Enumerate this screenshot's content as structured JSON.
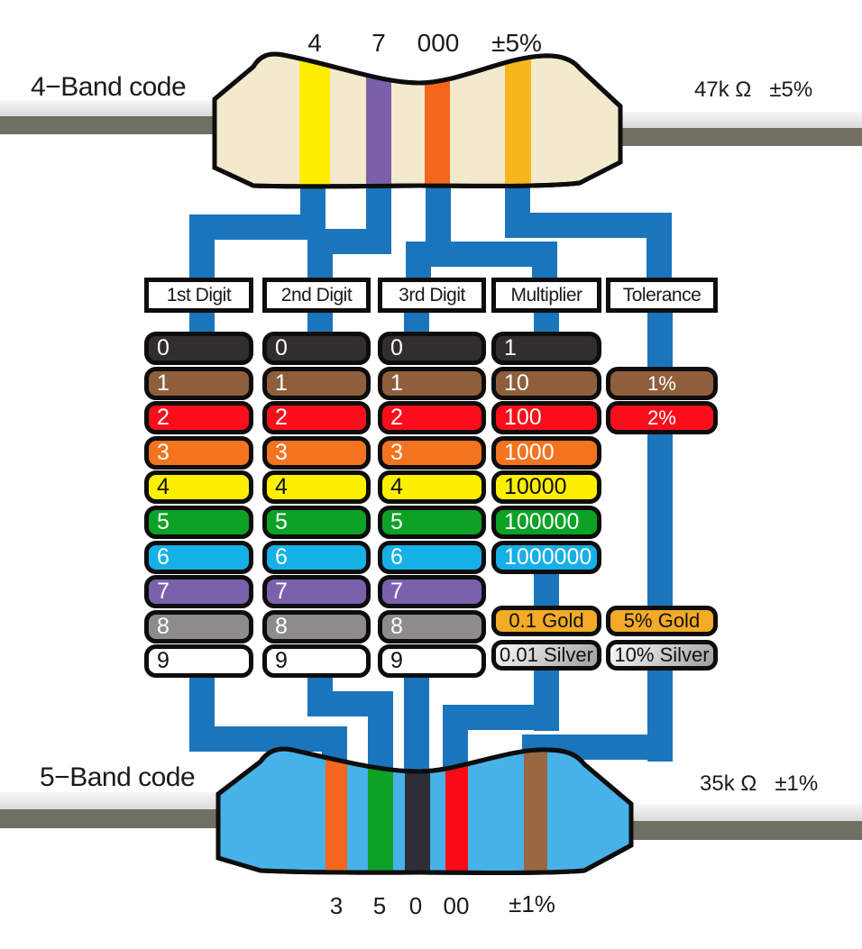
{
  "top_resistor": {
    "side_label": "4−Band code",
    "value_label": "47k Ω",
    "tolerance_label": "±5%",
    "band_labels": [
      "4",
      "7",
      "000",
      "±5%"
    ],
    "bands": [
      {
        "name": "yellow",
        "color": "#fdee00"
      },
      {
        "name": "violet",
        "color": "#7a5fa9"
      },
      {
        "name": "orange",
        "color": "#f4661d"
      },
      {
        "name": "gold",
        "color": "#f5b81c"
      }
    ],
    "body_color": "#f3e9cd"
  },
  "bottom_resistor": {
    "side_label": "5−Band code",
    "value_label": "35k Ω",
    "tolerance_label": "±1%",
    "band_labels": [
      "3",
      "5",
      "0",
      "00",
      "±1%"
    ],
    "bands": [
      {
        "name": "orange",
        "color": "#f4661d"
      },
      {
        "name": "green",
        "color": "#0ca226"
      },
      {
        "name": "black",
        "color": "#2c3036"
      },
      {
        "name": "red",
        "color": "#f80b15"
      },
      {
        "name": "brown",
        "color": "#996740"
      }
    ],
    "body_color": "#47b2e8"
  },
  "columns": [
    {
      "header": "1st Digit",
      "rows": [
        {
          "label": "0",
          "color": "#332e2e",
          "text": "#ffffff",
          "slot": 0
        },
        {
          "label": "1",
          "color": "#8f5f3c",
          "text": "#ffffff",
          "slot": 1
        },
        {
          "label": "2",
          "color": "#fc0d1b",
          "text": "#ffffff",
          "slot": 2
        },
        {
          "label": "3",
          "color": "#f4731f",
          "text": "#ffffff",
          "slot": 3
        },
        {
          "label": "4",
          "color": "#fcf000",
          "text": "#111111",
          "slot": 4
        },
        {
          "label": "5",
          "color": "#0ca226",
          "text": "#ffffff",
          "slot": 5
        },
        {
          "label": "6",
          "color": "#14b0e6",
          "text": "#ffffff",
          "slot": 6
        },
        {
          "label": "7",
          "color": "#7a61ac",
          "text": "#ffffff",
          "slot": 7
        },
        {
          "label": "8",
          "color": "#8d8b8c",
          "text": "#ffffff",
          "slot": 8
        },
        {
          "label": "9",
          "color": "#ffffff",
          "text": "#111111",
          "slot": 9
        }
      ]
    },
    {
      "header": "2nd Digit",
      "rows": [
        {
          "label": "0",
          "color": "#332e2e",
          "text": "#ffffff",
          "slot": 0
        },
        {
          "label": "1",
          "color": "#8f5f3c",
          "text": "#ffffff",
          "slot": 1
        },
        {
          "label": "2",
          "color": "#fc0d1b",
          "text": "#ffffff",
          "slot": 2
        },
        {
          "label": "3",
          "color": "#f4731f",
          "text": "#ffffff",
          "slot": 3
        },
        {
          "label": "4",
          "color": "#fcf000",
          "text": "#111111",
          "slot": 4
        },
        {
          "label": "5",
          "color": "#0ca226",
          "text": "#ffffff",
          "slot": 5
        },
        {
          "label": "6",
          "color": "#14b0e6",
          "text": "#ffffff",
          "slot": 6
        },
        {
          "label": "7",
          "color": "#7a61ac",
          "text": "#ffffff",
          "slot": 7
        },
        {
          "label": "8",
          "color": "#8d8b8c",
          "text": "#ffffff",
          "slot": 8
        },
        {
          "label": "9",
          "color": "#ffffff",
          "text": "#111111",
          "slot": 9
        }
      ]
    },
    {
      "header": "3rd Digit",
      "rows": [
        {
          "label": "0",
          "color": "#332e2e",
          "text": "#ffffff",
          "slot": 0
        },
        {
          "label": "1",
          "color": "#8f5f3c",
          "text": "#ffffff",
          "slot": 1
        },
        {
          "label": "2",
          "color": "#fc0d1b",
          "text": "#ffffff",
          "slot": 2
        },
        {
          "label": "3",
          "color": "#f4731f",
          "text": "#ffffff",
          "slot": 3
        },
        {
          "label": "4",
          "color": "#fcf000",
          "text": "#111111",
          "slot": 4
        },
        {
          "label": "5",
          "color": "#0ca226",
          "text": "#ffffff",
          "slot": 5
        },
        {
          "label": "6",
          "color": "#14b0e6",
          "text": "#ffffff",
          "slot": 6
        },
        {
          "label": "7",
          "color": "#7a61ac",
          "text": "#ffffff",
          "slot": 7
        },
        {
          "label": "8",
          "color": "#8d8b8c",
          "text": "#ffffff",
          "slot": 8
        },
        {
          "label": "9",
          "color": "#ffffff",
          "text": "#111111",
          "slot": 9
        }
      ]
    },
    {
      "header": "Multiplier",
      "rows": [
        {
          "label": "1",
          "color": "#332e2e",
          "text": "#ffffff",
          "slot": 0
        },
        {
          "label": "10",
          "color": "#8f5f3c",
          "text": "#ffffff",
          "slot": 1
        },
        {
          "label": "100",
          "color": "#fc0d1b",
          "text": "#ffffff",
          "slot": 2
        },
        {
          "label": "1000",
          "color": "#f4731f",
          "text": "#ffffff",
          "slot": 3
        },
        {
          "label": "10000",
          "color": "#fcf000",
          "text": "#111111",
          "slot": 4
        },
        {
          "label": "100000",
          "color": "#0ca226",
          "text": "#ffffff",
          "slot": 5
        },
        {
          "label": "1000000",
          "color": "#14b0e6",
          "text": "#ffffff",
          "slot": 6
        },
        {
          "label": "0.1 Gold",
          "color": "#f2aa27",
          "text": "#111111",
          "slot": 7.87,
          "small": true,
          "center": true
        },
        {
          "label": "0.01 Silver",
          "color": "silver",
          "text": "#111111",
          "slot": 8.85,
          "small": true,
          "center": true
        }
      ]
    },
    {
      "header": "Tolerance",
      "rows": [
        {
          "label": "1%",
          "color": "#8f5f3c",
          "text": "#ffffff",
          "slot": 1,
          "center": true
        },
        {
          "label": "2%",
          "color": "#fc0d1b",
          "text": "#ffffff",
          "slot": 2,
          "center": true
        },
        {
          "label": "5% Gold",
          "color": "#f2aa27",
          "text": "#111111",
          "slot": 7.87,
          "small": true,
          "center": true
        },
        {
          "label": "10% Silver",
          "color": "silver",
          "text": "#111111",
          "slot": 8.85,
          "small": true,
          "center": true
        }
      ]
    }
  ],
  "colors": {
    "wire": "#1b75bc",
    "lead_light": "#ededed",
    "lead_dark": "#6f6f63",
    "outline": "#0d0d0d",
    "silver_gradient": [
      "#fafafa",
      "#9e9e9e"
    ],
    "gold": "#f2aa27"
  }
}
